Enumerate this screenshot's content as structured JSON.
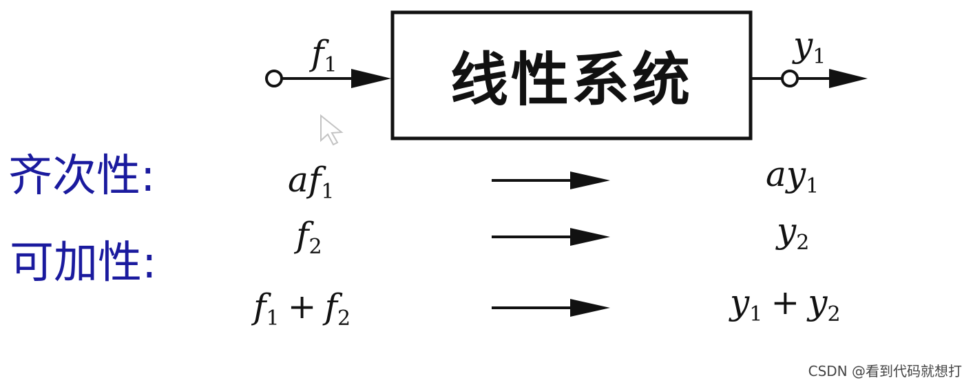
{
  "system": {
    "title": "线性系统"
  },
  "signals": {
    "input": {
      "sym": "f",
      "sub": "1"
    },
    "output": {
      "sym": "y",
      "sub": "1"
    }
  },
  "properties": {
    "homogeneity": {
      "label": "齐次性:"
    },
    "additivity": {
      "label": "可加性:"
    }
  },
  "rows": [
    {
      "in": {
        "pre": "a",
        "sym": "f",
        "sub": "1"
      },
      "out": {
        "pre": "a",
        "sym": "y",
        "sub": "1"
      }
    },
    {
      "in": {
        "sym": "f",
        "sub": "2"
      },
      "out": {
        "sym": "y",
        "sub": "2"
      }
    },
    {
      "in": {
        "sym": "f",
        "sub": "1",
        "op": "+",
        "sym2": "f",
        "sub2": "2"
      },
      "out": {
        "sym": "y",
        "sub": "1",
        "op": "+",
        "sym2": "y",
        "sub2": "2"
      }
    }
  ],
  "watermark": "CSDN @看到代码就想打"
}
